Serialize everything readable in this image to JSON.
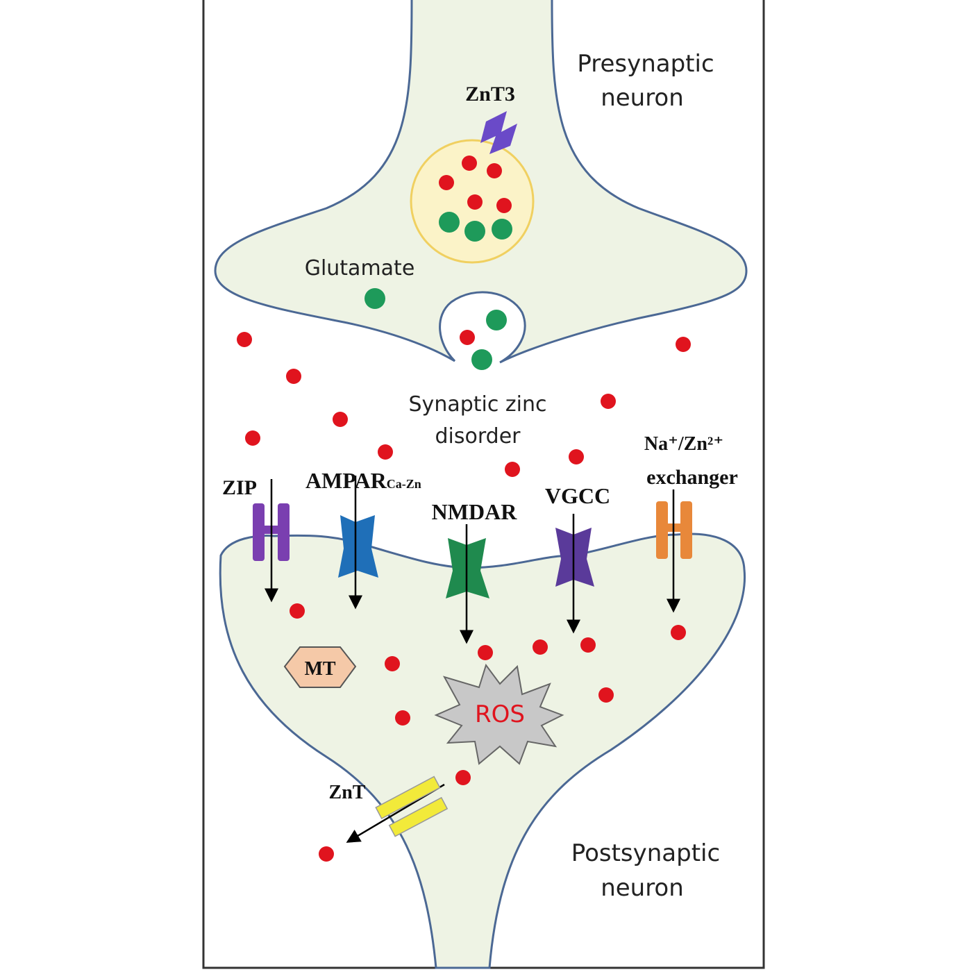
{
  "labels": {
    "presynaptic_line1": "Presynaptic",
    "presynaptic_line2": "neuron",
    "znt3": "ZnT3",
    "glutamate": "Glutamate",
    "synaptic_line1": "Synaptic zinc",
    "synaptic_line2": "disorder",
    "zip": "ZIP",
    "ampar": "AMPAR",
    "ampar_sub": "Ca-Zn",
    "nmdar": "NMDAR",
    "vgcc": "VGCC",
    "exchanger_line1": "Na⁺/Zn²⁺",
    "exchanger_line2": "exchanger",
    "mt": "MT",
    "ros": "ROS",
    "znt": "ZnT",
    "postsynaptic_line1": "Postsynaptic",
    "postsynaptic_line2": "neuron"
  },
  "colors": {
    "cytoplasm": "#eef3e4",
    "membrane": "#4b6894",
    "zinc": "#e0141e",
    "glutamate": "#1e9a5a",
    "zip": "#7a3fb0",
    "ampar": "#1f6fb8",
    "nmdar": "#1f8a4e",
    "vgcc": "#5a3a9a",
    "exchanger": "#e8883a",
    "znt": "#f2ea3a",
    "mt": "#f5c9a8",
    "ros": "#c8c8c8"
  }
}
